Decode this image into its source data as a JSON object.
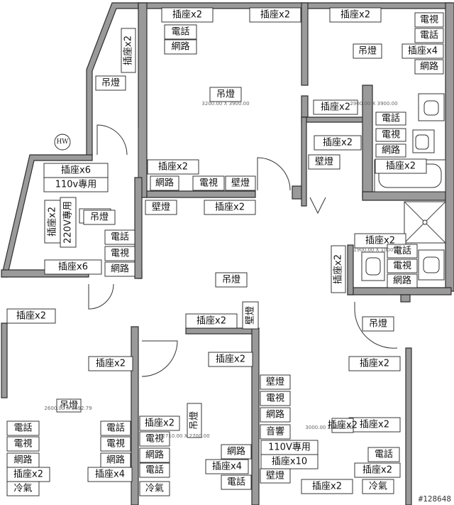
{
  "labels": [
    {
      "text": "插座x2",
      "v": false
    },
    {
      "text": "插座x2",
      "v": false
    },
    {
      "text": "插座x2",
      "v": false
    },
    {
      "text": "電視",
      "v": false
    },
    {
      "text": "電話",
      "v": false
    },
    {
      "text": "電話",
      "v": false
    },
    {
      "text": "網路",
      "v": false
    },
    {
      "text": "吊燈",
      "v": false
    },
    {
      "text": "插座x4",
      "v": false
    },
    {
      "text": "網路",
      "v": false
    },
    {
      "text": "插座x2",
      "v": true
    },
    {
      "text": "吊燈",
      "v": false
    },
    {
      "text": "吊燈",
      "v": false
    },
    {
      "text": "插座x2",
      "v": false
    },
    {
      "text": "插座x2",
      "v": false
    },
    {
      "text": "電話",
      "v": false
    },
    {
      "text": "電視",
      "v": false
    },
    {
      "text": "網路",
      "v": false
    },
    {
      "text": "壁燈",
      "v": false
    },
    {
      "text": "插座x2",
      "v": false
    },
    {
      "text": "插座x6",
      "v": false
    },
    {
      "text": "110v專用",
      "v": false
    },
    {
      "text": "插座x2",
      "v": false
    },
    {
      "text": "網路",
      "v": false
    },
    {
      "text": "電視",
      "v": false
    },
    {
      "text": "壁燈",
      "v": false
    },
    {
      "text": "壁燈",
      "v": false
    },
    {
      "text": "插座x2",
      "v": false
    },
    {
      "text": "吊燈",
      "v": false
    },
    {
      "text": "電話",
      "v": false
    },
    {
      "text": "電視",
      "v": false
    },
    {
      "text": "網路",
      "v": false
    },
    {
      "text": "插座x6",
      "v": false
    },
    {
      "text": "插座x2",
      "v": false
    },
    {
      "text": "電話",
      "v": false
    },
    {
      "text": "電視",
      "v": false
    },
    {
      "text": "網路",
      "v": false
    },
    {
      "text": "插座x2",
      "v": true
    },
    {
      "text": "吊燈",
      "v": false
    },
    {
      "text": "吊燈",
      "v": false
    },
    {
      "text": "插座x2",
      "v": false
    },
    {
      "text": "插座x2",
      "v": false
    },
    {
      "text": "壁燈",
      "v": true
    },
    {
      "text": "插座x2",
      "v": false
    },
    {
      "text": "插座x2",
      "v": false
    },
    {
      "text": "插座x2",
      "v": false
    },
    {
      "text": "吊燈",
      "v": false
    },
    {
      "text": "電話",
      "v": false
    },
    {
      "text": "電話",
      "v": false
    },
    {
      "text": "電視",
      "v": false
    },
    {
      "text": "電視",
      "v": false
    },
    {
      "text": "網路",
      "v": false
    },
    {
      "text": "網路",
      "v": false
    },
    {
      "text": "插座x2",
      "v": false
    },
    {
      "text": "插座x4",
      "v": false
    },
    {
      "text": "冷氣",
      "v": false
    },
    {
      "text": "插座x2",
      "v": false
    },
    {
      "text": "吊燈",
      "v": true
    },
    {
      "text": "電視",
      "v": false
    },
    {
      "text": "網路",
      "v": false
    },
    {
      "text": "網路",
      "v": false
    },
    {
      "text": "電話",
      "v": false
    },
    {
      "text": "插座x4",
      "v": false
    },
    {
      "text": "電話",
      "v": false
    },
    {
      "text": "冷氣",
      "v": false
    },
    {
      "text": "壁燈",
      "v": false
    },
    {
      "text": "電視",
      "v": false
    },
    {
      "text": "網路",
      "v": false
    },
    {
      "text": "音響",
      "v": false
    },
    {
      "text": "110V專用",
      "v": false
    },
    {
      "text": "插座x10",
      "v": false
    },
    {
      "text": "壁燈",
      "v": false
    },
    {
      "text": "插座x2",
      "v": false
    },
    {
      "text": "插座x2",
      "v": false
    },
    {
      "text": "電話",
      "v": false
    },
    {
      "text": "插座x2",
      "v": false
    },
    {
      "text": "插座x2",
      "v": false
    },
    {
      "text": "冷氣",
      "v": false
    },
    {
      "text": "吊燈",
      "v": false
    },
    {
      "text": "插座x2",
      "v": true
    },
    {
      "text": "220V專用",
      "v": true
    }
  ],
  "dims": [
    "3200.00 X 3900.00",
    "2900.00 X 3900.00",
    "1900.00 X 1000.00",
    "2600.00 X 3692.79",
    "2710.00 X 2700.00",
    "3000.00 X 3000.00"
  ],
  "hw": "HW",
  "watermark": "#128648"
}
